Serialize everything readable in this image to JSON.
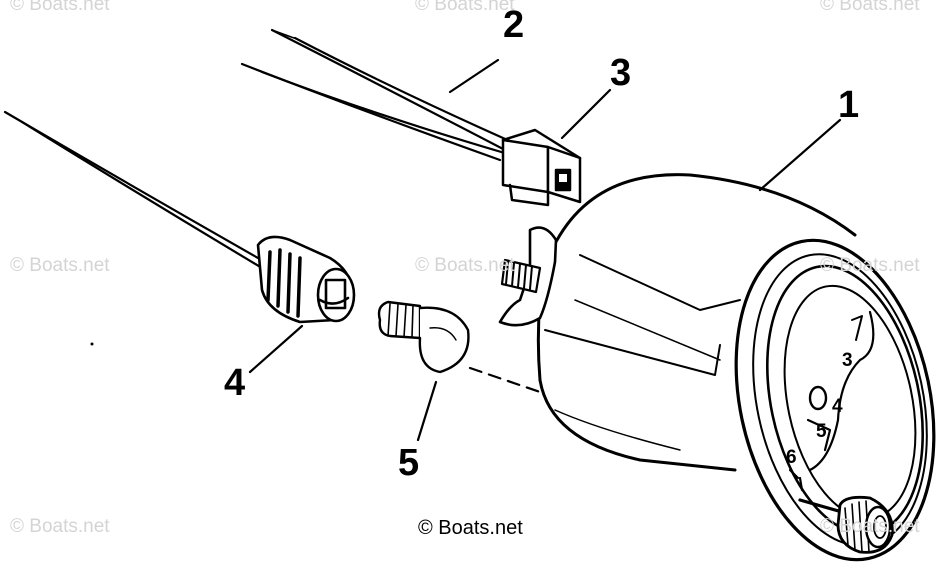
{
  "watermarks": {
    "top_left": "© Boats.net",
    "top_center": "© Boats.net",
    "top_right": "© Boats.net",
    "mid_left": "© Boats.net",
    "mid_center": "© Boats.net",
    "mid_right": "© Boats.net",
    "bottom_left": "© Boats.net",
    "bottom_right": "© Boats.net"
  },
  "callouts": {
    "part_1": "1",
    "part_2": "2",
    "part_3": "3",
    "part_4": "4",
    "part_5": "5"
  },
  "gauge_dial": {
    "mark_3": "3",
    "mark_4": "4",
    "mark_5": "5",
    "mark_6": "6"
  },
  "credit": "© Boats.net",
  "colors": {
    "ink": "#000000",
    "paper": "#ffffff",
    "watermark": "#d4d4d4"
  }
}
